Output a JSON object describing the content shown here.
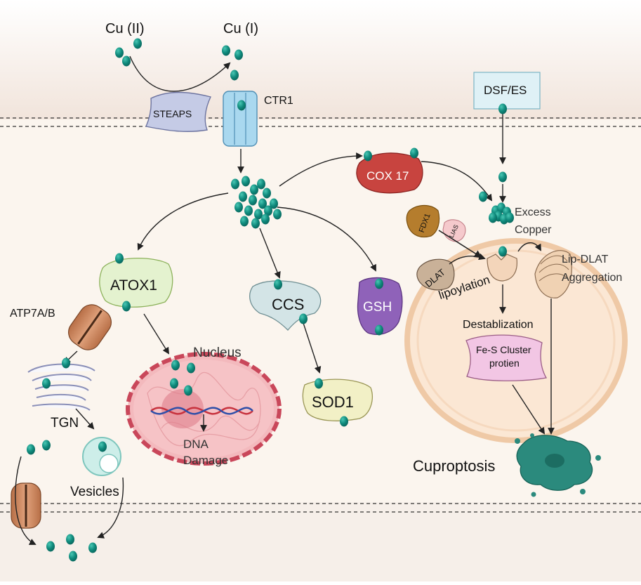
{
  "labels": {
    "cu_ii": "Cu (II)",
    "cu_i": "Cu (I)",
    "steaps": "STEAPS",
    "ctr1": "CTR1",
    "dsf_es": "DSF/ES",
    "cox17": "COX 17",
    "excess_copper_1": "Excess",
    "excess_copper_2": "Copper",
    "fdx1": "FDX1",
    "lias": "LIAS",
    "dlat": "DLAT",
    "lipoylation": "lipoylation",
    "lip_dlat_1": "Lip-DLAT",
    "lip_dlat_2": "Aggregation",
    "atox1": "ATOX1",
    "ccs": "CCS",
    "gsh": "GSH",
    "sod1": "SOD1",
    "atp7ab": "ATP7A/B",
    "tgn": "TGN",
    "vesicles": "Vesicles",
    "nucleus": "Nucleus",
    "dna_1": "DNA",
    "dna_2": "Damage",
    "destab": "Destablization",
    "fes_1": "Fe-S Cluster",
    "fes_2": "protien",
    "cuproptosis": "Cuproptosis"
  },
  "colors": {
    "copper_dot": "#0f8a7c",
    "copper_dot_highlight": "#3fc3b0",
    "cell_bg": "#fbf5ee",
    "extracellular_bg": "#f3e9e2",
    "steaps": "#c5cbe6",
    "ctr1": "#a9d8ef",
    "dsf_box": "#dff1f6",
    "cox17": "#c8443f",
    "fdx1": "#b57d2d",
    "lias": "#f5c9cc",
    "atox1": "#e4f2cf",
    "ccs": "#d3e4e6",
    "gsh": "#8f62b9",
    "sod1": "#f2f0c6",
    "atp7": "#c98660",
    "nucleus": "#f3b9bd",
    "mito_outer": "#f3cfae",
    "fes": "#f2c6e4",
    "cuproptosis": "#2b8a7d"
  }
}
